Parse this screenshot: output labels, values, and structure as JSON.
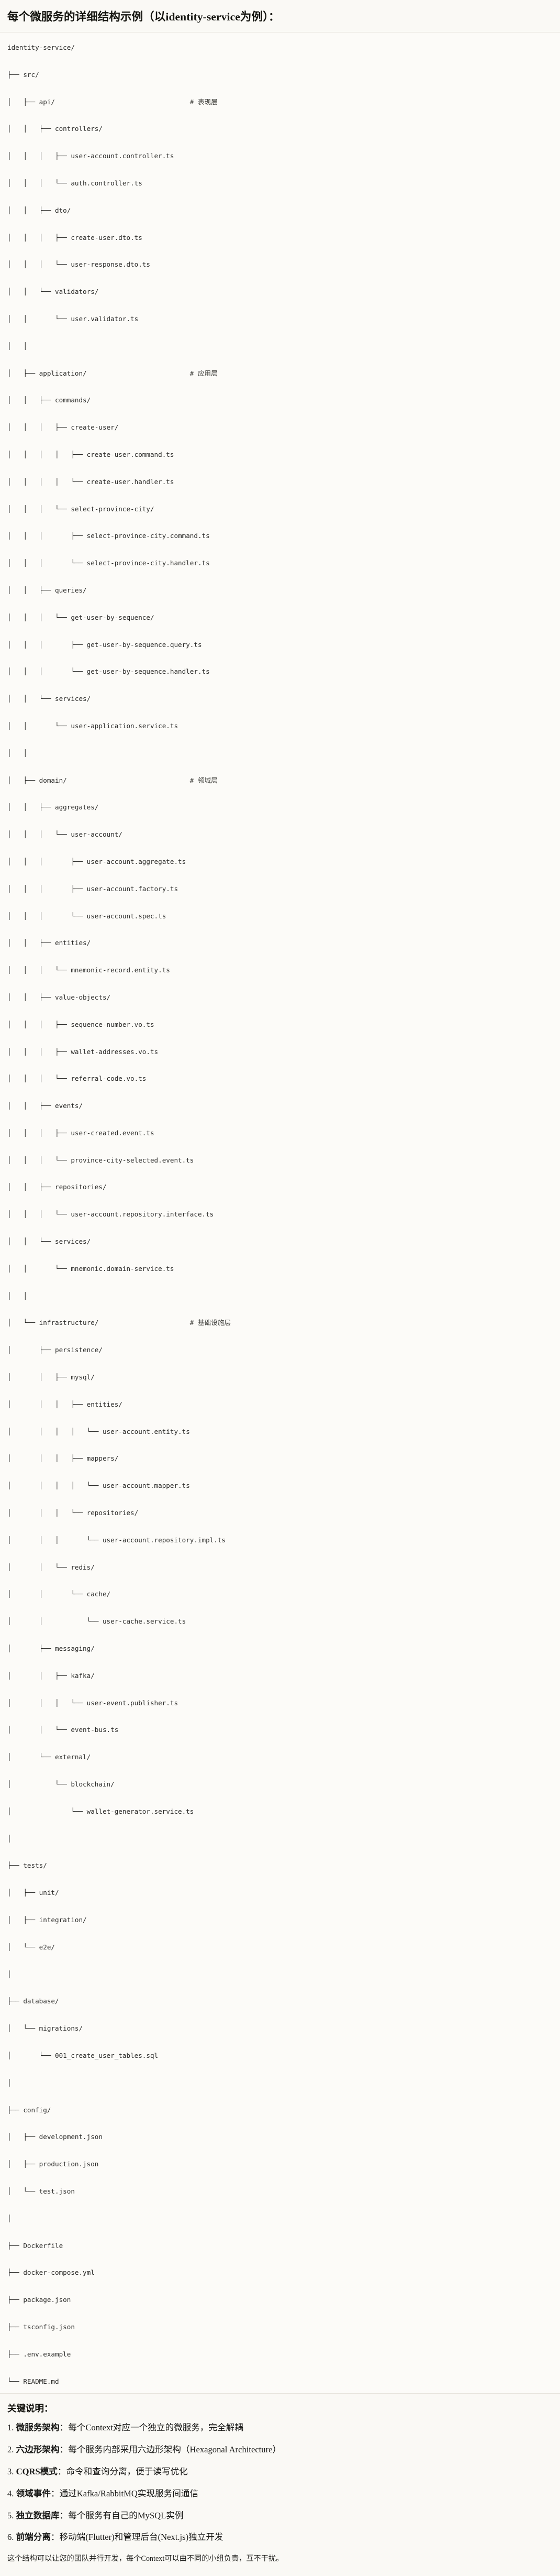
{
  "header": {
    "title": "每个微服务的详细结构示例（以identity-service为例）："
  },
  "tree": {
    "root_label": "identity-service/",
    "comment_column": 46,
    "lines": [
      {
        "prefix": "",
        "name": "identity-service/",
        "comment": ""
      },
      {
        "prefix": "├── ",
        "name": "src/",
        "comment": ""
      },
      {
        "prefix": "│   ├── ",
        "name": "api/",
        "comment": "# 表现层"
      },
      {
        "prefix": "│   │   ├── ",
        "name": "controllers/",
        "comment": ""
      },
      {
        "prefix": "│   │   │   ├── ",
        "name": "user-account.controller.ts",
        "comment": ""
      },
      {
        "prefix": "│   │   │   └── ",
        "name": "auth.controller.ts",
        "comment": ""
      },
      {
        "prefix": "│   │   ├── ",
        "name": "dto/",
        "comment": ""
      },
      {
        "prefix": "│   │   │   ├── ",
        "name": "create-user.dto.ts",
        "comment": ""
      },
      {
        "prefix": "│   │   │   └── ",
        "name": "user-response.dto.ts",
        "comment": ""
      },
      {
        "prefix": "│   │   └── ",
        "name": "validators/",
        "comment": ""
      },
      {
        "prefix": "│   │       └── ",
        "name": "user.validator.ts",
        "comment": ""
      },
      {
        "prefix": "│   │",
        "name": "",
        "comment": ""
      },
      {
        "prefix": "│   ├── ",
        "name": "application/",
        "comment": "# 应用层"
      },
      {
        "prefix": "│   │   ├── ",
        "name": "commands/",
        "comment": ""
      },
      {
        "prefix": "│   │   │   ├── ",
        "name": "create-user/",
        "comment": ""
      },
      {
        "prefix": "│   │   │   │   ├── ",
        "name": "create-user.command.ts",
        "comment": ""
      },
      {
        "prefix": "│   │   │   │   └── ",
        "name": "create-user.handler.ts",
        "comment": ""
      },
      {
        "prefix": "│   │   │   └── ",
        "name": "select-province-city/",
        "comment": ""
      },
      {
        "prefix": "│   │   │       ├── ",
        "name": "select-province-city.command.ts",
        "comment": ""
      },
      {
        "prefix": "│   │   │       └── ",
        "name": "select-province-city.handler.ts",
        "comment": ""
      },
      {
        "prefix": "│   │   ├── ",
        "name": "queries/",
        "comment": ""
      },
      {
        "prefix": "│   │   │   └── ",
        "name": "get-user-by-sequence/",
        "comment": ""
      },
      {
        "prefix": "│   │   │       ├── ",
        "name": "get-user-by-sequence.query.ts",
        "comment": ""
      },
      {
        "prefix": "│   │   │       └── ",
        "name": "get-user-by-sequence.handler.ts",
        "comment": ""
      },
      {
        "prefix": "│   │   └── ",
        "name": "services/",
        "comment": ""
      },
      {
        "prefix": "│   │       └── ",
        "name": "user-application.service.ts",
        "comment": ""
      },
      {
        "prefix": "│   │",
        "name": "",
        "comment": ""
      },
      {
        "prefix": "│   ├── ",
        "name": "domain/",
        "comment": "# 领域层"
      },
      {
        "prefix": "│   │   ├── ",
        "name": "aggregates/",
        "comment": ""
      },
      {
        "prefix": "│   │   │   └── ",
        "name": "user-account/",
        "comment": ""
      },
      {
        "prefix": "│   │   │       ├── ",
        "name": "user-account.aggregate.ts",
        "comment": ""
      },
      {
        "prefix": "│   │   │       ├── ",
        "name": "user-account.factory.ts",
        "comment": ""
      },
      {
        "prefix": "│   │   │       └── ",
        "name": "user-account.spec.ts",
        "comment": ""
      },
      {
        "prefix": "│   │   ├── ",
        "name": "entities/",
        "comment": ""
      },
      {
        "prefix": "│   │   │   └── ",
        "name": "mnemonic-record.entity.ts",
        "comment": ""
      },
      {
        "prefix": "│   │   ├── ",
        "name": "value-objects/",
        "comment": ""
      },
      {
        "prefix": "│   │   │   ├── ",
        "name": "sequence-number.vo.ts",
        "comment": ""
      },
      {
        "prefix": "│   │   │   ├── ",
        "name": "wallet-addresses.vo.ts",
        "comment": ""
      },
      {
        "prefix": "│   │   │   └── ",
        "name": "referral-code.vo.ts",
        "comment": ""
      },
      {
        "prefix": "│   │   ├── ",
        "name": "events/",
        "comment": ""
      },
      {
        "prefix": "│   │   │   ├── ",
        "name": "user-created.event.ts",
        "comment": ""
      },
      {
        "prefix": "│   │   │   └── ",
        "name": "province-city-selected.event.ts",
        "comment": ""
      },
      {
        "prefix": "│   │   ├── ",
        "name": "repositories/",
        "comment": ""
      },
      {
        "prefix": "│   │   │   └── ",
        "name": "user-account.repository.interface.ts",
        "comment": ""
      },
      {
        "prefix": "│   │   └── ",
        "name": "services/",
        "comment": ""
      },
      {
        "prefix": "│   │       └── ",
        "name": "mnemonic.domain-service.ts",
        "comment": ""
      },
      {
        "prefix": "│   │",
        "name": "",
        "comment": ""
      },
      {
        "prefix": "│   └── ",
        "name": "infrastructure/",
        "comment": "# 基础设施层"
      },
      {
        "prefix": "│       ├── ",
        "name": "persistence/",
        "comment": ""
      },
      {
        "prefix": "│       │   ├── ",
        "name": "mysql/",
        "comment": ""
      },
      {
        "prefix": "│       │   │   ├── ",
        "name": "entities/",
        "comment": ""
      },
      {
        "prefix": "│       │   │   │   └── ",
        "name": "user-account.entity.ts",
        "comment": ""
      },
      {
        "prefix": "│       │   │   ├── ",
        "name": "mappers/",
        "comment": ""
      },
      {
        "prefix": "│       │   │   │   └── ",
        "name": "user-account.mapper.ts",
        "comment": ""
      },
      {
        "prefix": "│       │   │   └── ",
        "name": "repositories/",
        "comment": ""
      },
      {
        "prefix": "│       │   │       └── ",
        "name": "user-account.repository.impl.ts",
        "comment": ""
      },
      {
        "prefix": "│       │   └── ",
        "name": "redis/",
        "comment": ""
      },
      {
        "prefix": "│       │       └── ",
        "name": "cache/",
        "comment": ""
      },
      {
        "prefix": "│       │           └── ",
        "name": "user-cache.service.ts",
        "comment": ""
      },
      {
        "prefix": "│       ├── ",
        "name": "messaging/",
        "comment": ""
      },
      {
        "prefix": "│       │   ├── ",
        "name": "kafka/",
        "comment": ""
      },
      {
        "prefix": "│       │   │   └── ",
        "name": "user-event.publisher.ts",
        "comment": ""
      },
      {
        "prefix": "│       │   └── ",
        "name": "event-bus.ts",
        "comment": ""
      },
      {
        "prefix": "│       └── ",
        "name": "external/",
        "comment": ""
      },
      {
        "prefix": "│           └── ",
        "name": "blockchain/",
        "comment": ""
      },
      {
        "prefix": "│               └── ",
        "name": "wallet-generator.service.ts",
        "comment": ""
      },
      {
        "prefix": "│",
        "name": "",
        "comment": ""
      },
      {
        "prefix": "├── ",
        "name": "tests/",
        "comment": ""
      },
      {
        "prefix": "│   ├── ",
        "name": "unit/",
        "comment": ""
      },
      {
        "prefix": "│   ├── ",
        "name": "integration/",
        "comment": ""
      },
      {
        "prefix": "│   └── ",
        "name": "e2e/",
        "comment": ""
      },
      {
        "prefix": "│",
        "name": "",
        "comment": ""
      },
      {
        "prefix": "├── ",
        "name": "database/",
        "comment": ""
      },
      {
        "prefix": "│   └── ",
        "name": "migrations/",
        "comment": ""
      },
      {
        "prefix": "│       └── ",
        "name": "001_create_user_tables.sql",
        "comment": ""
      },
      {
        "prefix": "│",
        "name": "",
        "comment": ""
      },
      {
        "prefix": "├── ",
        "name": "config/",
        "comment": ""
      },
      {
        "prefix": "│   ├── ",
        "name": "development.json",
        "comment": ""
      },
      {
        "prefix": "│   ├── ",
        "name": "production.json",
        "comment": ""
      },
      {
        "prefix": "│   └── ",
        "name": "test.json",
        "comment": ""
      },
      {
        "prefix": "│",
        "name": "",
        "comment": ""
      },
      {
        "prefix": "├── ",
        "name": "Dockerfile",
        "comment": ""
      },
      {
        "prefix": "├── ",
        "name": "docker-compose.yml",
        "comment": ""
      },
      {
        "prefix": "├── ",
        "name": "package.json",
        "comment": ""
      },
      {
        "prefix": "├── ",
        "name": "tsconfig.json",
        "comment": ""
      },
      {
        "prefix": "├── ",
        "name": ".env.example",
        "comment": ""
      },
      {
        "prefix": "└── ",
        "name": "README.md",
        "comment": ""
      }
    ]
  },
  "notes": {
    "title": "关键说明：",
    "items": [
      {
        "num": "1.",
        "key": "微服务架构",
        "sep": "：",
        "value": "每个Context对应一个独立的微服务，完全解耦"
      },
      {
        "num": "2.",
        "key": "六边形架构",
        "sep": "：",
        "value": "每个服务内部采用六边形架构（Hexagonal Architecture）"
      },
      {
        "num": "3.",
        "key": "CQRS模式",
        "sep": "：",
        "value": "命令和查询分离，便于读写优化"
      },
      {
        "num": "4.",
        "key": "领域事件",
        "sep": "：",
        "value": "通过Kafka/RabbitMQ实现服务间通信"
      },
      {
        "num": "5.",
        "key": "独立数据库",
        "sep": "：",
        "value": "每个服务有自己的MySQL实例"
      },
      {
        "num": "6.",
        "key": "前端分离",
        "sep": "：",
        "value": "移动端(Flutter)和管理后台(Next.js)独立开发"
      }
    ],
    "closing": "这个结构可以让您的团队并行开发，每个Context可以由不同的小组负责，互不干扰。"
  },
  "colors": {
    "background": "#faf9f5",
    "tree_background": "#fcfbf8",
    "text": "#1a1a18",
    "divider": "#e6e3dc",
    "mono_text": "#2b2b29"
  }
}
